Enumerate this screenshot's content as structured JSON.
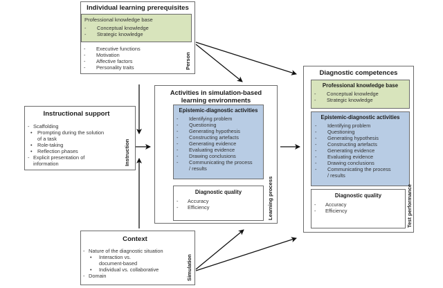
{
  "person": {
    "title": "Individual learning prerequisites",
    "knowledge_title": "Professional knowledge base",
    "knowledge_items": [
      "Conceptual knowledge",
      "Strategic knowledge"
    ],
    "items": [
      "Executive functions",
      "Motivation",
      "Affective factors",
      "Personality traits"
    ],
    "side_label": "Person"
  },
  "instruction": {
    "title": "Instructional support",
    "items": [
      {
        "marker": "-",
        "text": "Scaffolding",
        "level": 0
      },
      {
        "marker": "•",
        "text": "Prompting during the solution",
        "level": 1
      },
      {
        "marker": "",
        "text": "of a task",
        "level": 1
      },
      {
        "marker": "•",
        "text": "Role-taking",
        "level": 1
      },
      {
        "marker": "•",
        "text": "Reflection phases",
        "level": 1
      },
      {
        "marker": "-",
        "text": "Explicit presentation of",
        "level": 0
      },
      {
        "marker": "",
        "text": "information",
        "level": 0
      }
    ],
    "side_label": "Instruction"
  },
  "learning": {
    "title_line1": "Activities in simulation-based",
    "title_line2": "learning environments",
    "activities_title": "Epistemic-diagnostic activities",
    "activities": [
      "Identifying problem",
      "Questioning",
      "Generating hypothesis",
      "Constructing artefacts",
      "Generating evidence",
      "Evaluating evidence",
      "Drawing conclusions",
      "Communicating the process",
      "/ results"
    ],
    "quality_title": "Diagnostic quality",
    "quality_items": [
      "Accuracy",
      "Efficiency"
    ],
    "side_label": "Learning process"
  },
  "test": {
    "title": "Diagnostic competences",
    "knowledge_title": "Professional knowledge base",
    "knowledge_items": [
      "Conceptual knowledge",
      "Strategic knowledge"
    ],
    "activities_title": "Epistemic-diagnostic activities",
    "activities": [
      "Identifying problem",
      "Questioning",
      "Generating hypothesis",
      "Constructing artefacts",
      "Generating evidence",
      "Evaluating evidence",
      "Drawing conclusions",
      "Communicating the process",
      "/ results"
    ],
    "quality_title": "Diagnostic quality",
    "quality_items": [
      "Accuracy",
      "Efficiency"
    ],
    "side_label": "Test performance"
  },
  "context": {
    "title": "Context",
    "items": [
      {
        "marker": "-",
        "text": "Nature of the diagnostic  situation",
        "level": 0
      },
      {
        "marker": "•",
        "text": "Interaction vs.",
        "level": 1
      },
      {
        "marker": "",
        "text": "document-based",
        "level": 1
      },
      {
        "marker": "•",
        "text": "Individual vs. collaborative",
        "level": 1
      },
      {
        "marker": "-",
        "text": "Domain",
        "level": 0
      }
    ],
    "side_label": "Simulation"
  },
  "colors": {
    "knowledge_fill": "#d8e4bc",
    "activities_fill": "#b8cce4",
    "border": "#6a6a6a",
    "arrow": "#111111"
  }
}
